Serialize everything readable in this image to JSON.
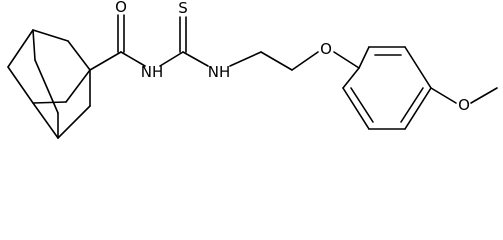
{
  "molecule": {
    "atoms": {
      "carbonyl_oxygen": "O",
      "thione_sulfur": "S",
      "amide_nitrogen": "NH",
      "thiourea_nitrogen": "NH",
      "ether_oxygen": "O",
      "methoxy_oxygen": "O"
    },
    "colors": {
      "bond": "#000000",
      "label": "#000000",
      "background": "#ffffff"
    }
  }
}
